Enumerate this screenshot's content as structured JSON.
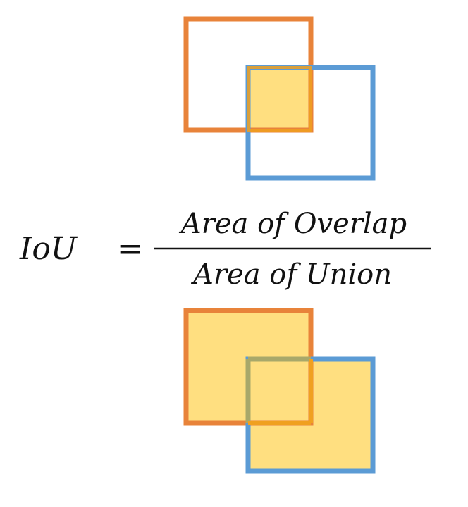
{
  "formula": {
    "lhs": "IoU",
    "equals": "=",
    "numerator": "Area of Overlap",
    "denominator": "Area of Union"
  },
  "colors": {
    "box_a_stroke": "#E8833A",
    "box_b_stroke": "#5B9BD5",
    "fill": "#FFDF80",
    "overlap_stroke": "#F0A020",
    "text": "#111111",
    "background": "#FFFFFF"
  }
}
